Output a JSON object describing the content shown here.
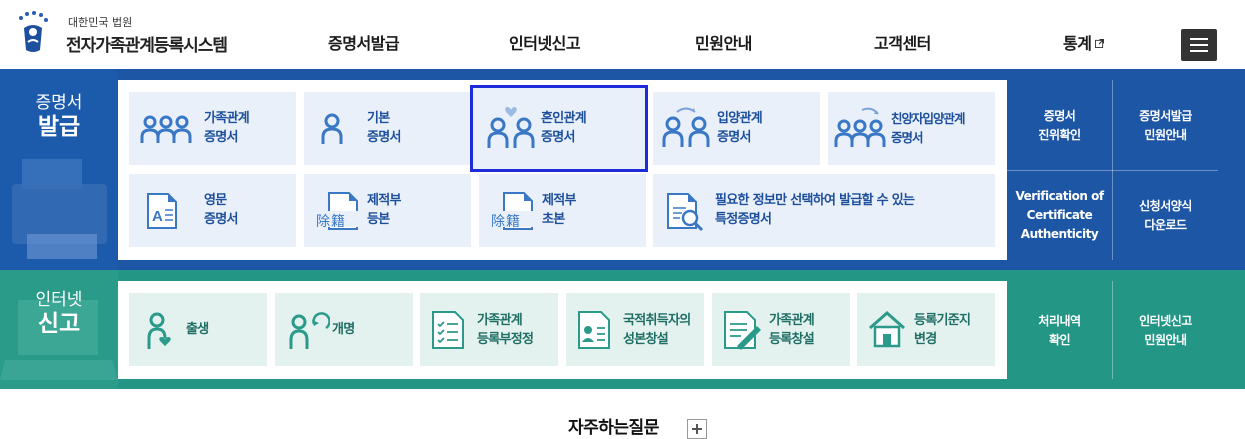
{
  "header": {
    "org_name": "대한민국 법원",
    "site_name": "전자가족관계등록시스템",
    "nav": [
      {
        "label": "증명서발급"
      },
      {
        "label": "인터넷신고"
      },
      {
        "label": "민원안내"
      },
      {
        "label": "고객센터"
      },
      {
        "label": "통계"
      }
    ],
    "menu_icon": "hamburger-icon"
  },
  "certificate": {
    "side_title_1": "증명서",
    "side_title_2": "발급",
    "tiles": [
      {
        "line1": "가족관계",
        "line2": "증명서",
        "icon": "family-icon"
      },
      {
        "line1": "기본",
        "line2": "증명서",
        "icon": "person-icon"
      },
      {
        "line1": "혼인관계",
        "line2": "증명서",
        "icon": "couple-heart-icon"
      },
      {
        "line1": "입양관계",
        "line2": "증명서",
        "icon": "adoption-icon"
      },
      {
        "line1": "친양자입양관계",
        "line2": "증명서",
        "icon": "full-adoption-icon"
      },
      {
        "line1": "영문",
        "line2": "증명서",
        "icon": "english-doc-icon"
      },
      {
        "line1": "제적부",
        "line2": "등본",
        "icon": "removed-register-doc-icon",
        "badge": "除籍"
      },
      {
        "line1": "제적부",
        "line2": "초본",
        "icon": "removed-register-doc-icon",
        "badge": "除籍"
      },
      {
        "line1": "필요한 정보만 선택하여 발급할 수 있는",
        "line2": "특정증명서",
        "icon": "doc-search-icon"
      }
    ],
    "links": [
      {
        "line1": "증명서",
        "line2": "진위확인"
      },
      {
        "line1": "증명서발급",
        "line2": "민원안내"
      },
      {
        "line1": "Verification of",
        "line2": "Certificate",
        "line3": "Authenticity"
      },
      {
        "line1": "신청서양식",
        "line2": "다운로드"
      }
    ]
  },
  "report": {
    "side_title_1": "인터넷",
    "side_title_2": "신고",
    "tiles": [
      {
        "line1": "출생",
        "icon": "birth-icon"
      },
      {
        "line1": "개명",
        "icon": "rename-icon"
      },
      {
        "line1": "가족관계",
        "line2": "등록부정정",
        "icon": "checklist-icon"
      },
      {
        "line1": "국적취득자의",
        "line2": "성본창설",
        "icon": "id-card-icon"
      },
      {
        "line1": "가족관계",
        "line2": "등록창설",
        "icon": "doc-pen-icon"
      },
      {
        "line1": "등록기준지",
        "line2": "변경",
        "icon": "house-icon"
      }
    ],
    "links": [
      {
        "line1": "처리내역",
        "line2": "확인"
      },
      {
        "line1": "인터넷신고",
        "line2": "민원안내"
      }
    ]
  },
  "faq": {
    "title": "자주하는질문",
    "icon": "plus-icon"
  },
  "colors": {
    "blue_band": "#1d56a5",
    "teal_band": "#249686",
    "selected_outline": "#1e2bd8"
  }
}
